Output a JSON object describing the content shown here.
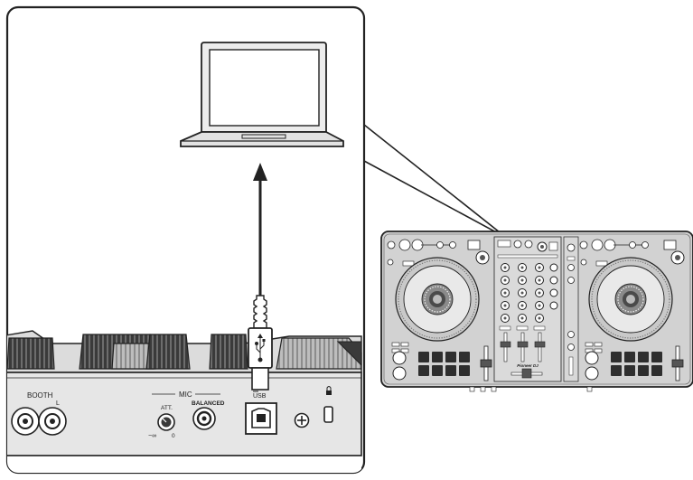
{
  "rear_panel": {
    "booth_label": "BOOTH",
    "booth_channel_l": "L",
    "mic_group_label": "MIC",
    "att_label": "ATT.",
    "att_min_label": "−∞",
    "att_max_label": "0",
    "balanced_label": "BALANCED",
    "usb_label": "USB"
  },
  "controller": {
    "brand_label": "Pioneer DJ"
  },
  "colors": {
    "outline": "#222222",
    "panel_fill": "#e6e6e6",
    "knob_fill": "#3a3a3a",
    "device_fill": "#d2d2d2"
  }
}
